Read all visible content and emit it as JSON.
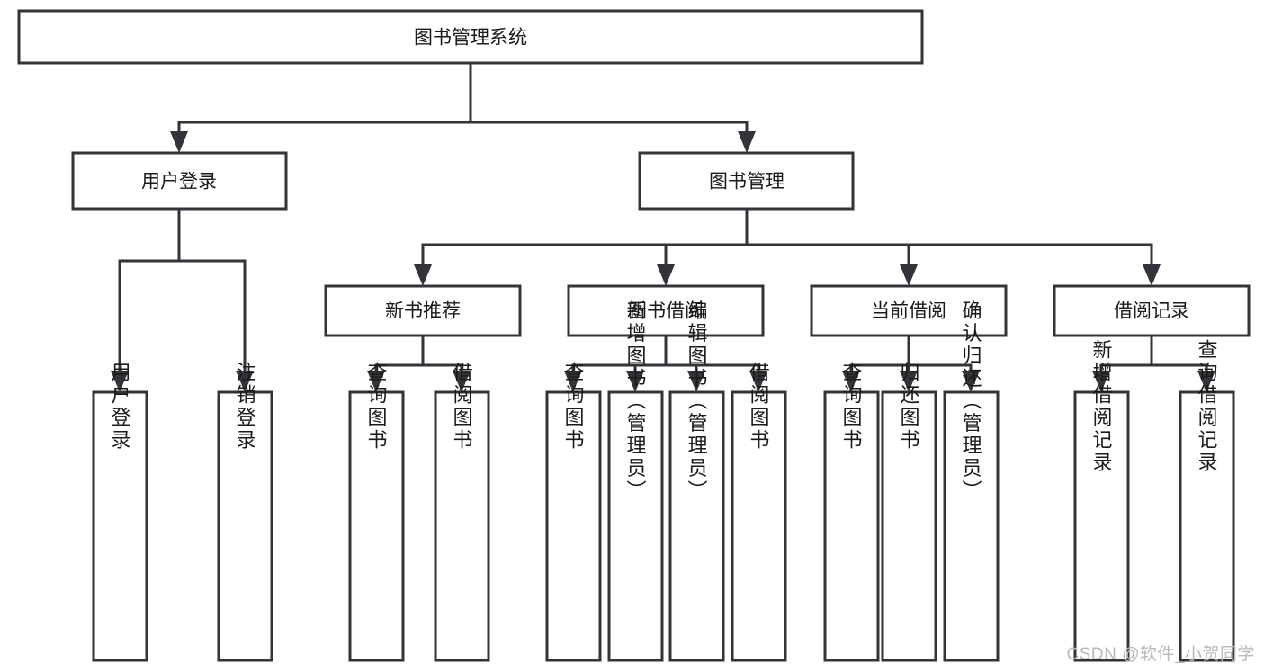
{
  "diagram": {
    "type": "tree-hierarchy",
    "title": "图书管理系统",
    "orientation": "top-down",
    "colors": {
      "box_stroke": "#33333a",
      "box_fill": "#ffffff",
      "text": "#1b1b1b",
      "background": "#ffffff",
      "watermark": "#b9b9b9"
    },
    "root": {
      "label": "图书管理系统"
    },
    "level2": [
      {
        "label": "用户登录"
      },
      {
        "label": "图书管理"
      }
    ],
    "level3": [
      {
        "label": "新书推荐"
      },
      {
        "label": "图书借阅"
      },
      {
        "label": "当前借阅"
      },
      {
        "label": "借阅记录"
      }
    ],
    "leaves": {
      "user_login": [
        {
          "label": "用户登录"
        },
        {
          "label": "注销登录"
        }
      ],
      "new_book_recommend": [
        {
          "label": "查询图书"
        },
        {
          "label": "借阅图书"
        }
      ],
      "book_borrow": [
        {
          "label": "查询图书"
        },
        {
          "label": "新增图书（管理员）"
        },
        {
          "label": "编辑图书（管理员）"
        },
        {
          "label": "借阅图书"
        }
      ],
      "current_borrow": [
        {
          "label": "查询图书"
        },
        {
          "label": "归还图书"
        },
        {
          "label": "确认归还（管理员）"
        }
      ],
      "borrow_record": [
        {
          "label": "新增借阅记录"
        },
        {
          "label": "查询借阅记录"
        }
      ]
    }
  },
  "watermark": {
    "text": "CSDN @软件_小贺同学"
  }
}
